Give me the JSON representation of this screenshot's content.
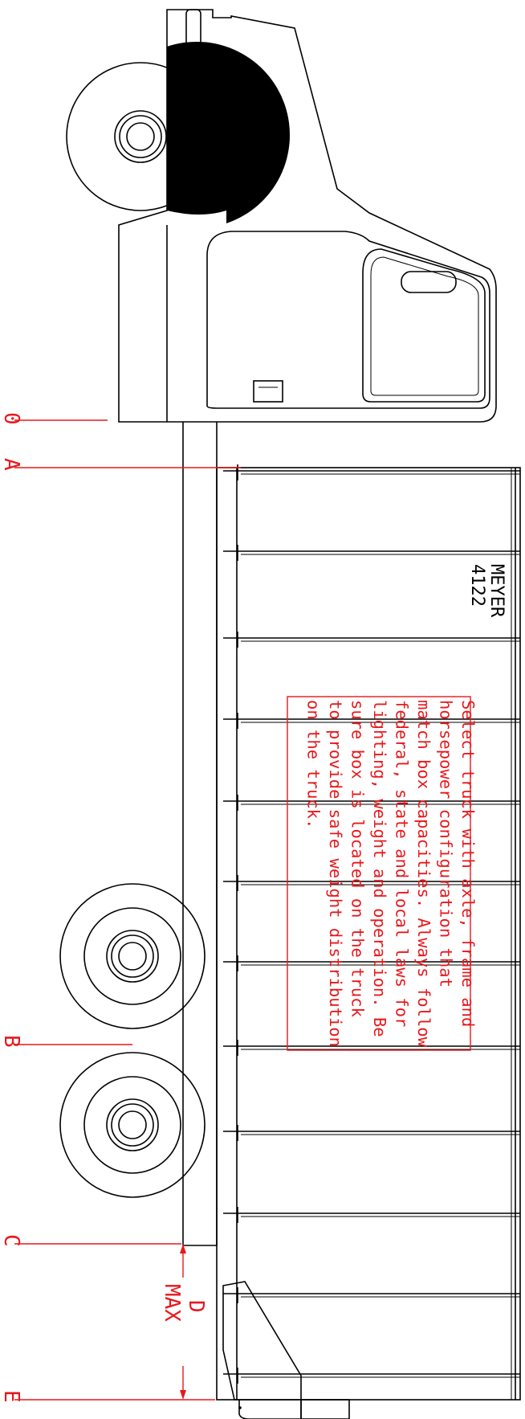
{
  "colors": {
    "line": "#000000",
    "annotation": "#e8181c",
    "background": "#ffffff"
  },
  "labels": {
    "zero": "0",
    "a": "A",
    "b": "B",
    "c": "C",
    "d": "D",
    "max": "MAX",
    "e": "E"
  },
  "box_id": {
    "line1": "MEYER",
    "line2": "4122"
  },
  "note": {
    "lines": [
      "Select truck with axle, frame and",
      "horsepower configuration that",
      "match box capacities.  Always follow",
      "federal, state and local laws for",
      "lighting, weight and operation.  Be",
      "sure box is located on the truck",
      "to provide safe weight distribution",
      "on the truck."
    ]
  }
}
